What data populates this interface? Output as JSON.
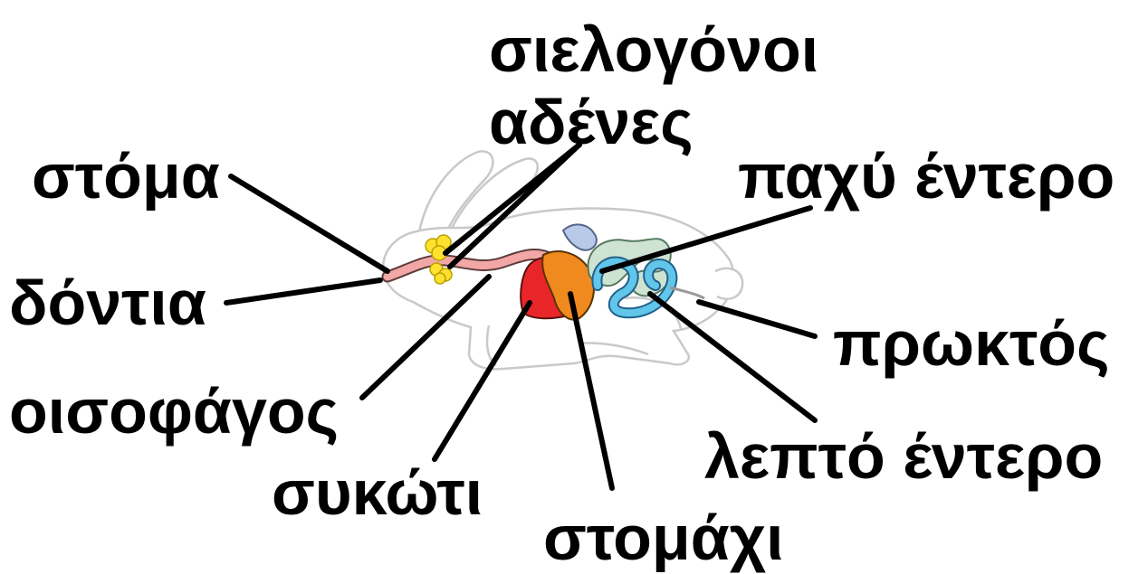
{
  "labels": {
    "salivary_line1": "σιελογόνοι",
    "salivary_line2": "αδένες",
    "mouth": "στόμα",
    "large_intestine": "παχύ έντερο",
    "teeth": "δόντια",
    "anus": "πρωκτός",
    "esophagus": "οισοφάγος",
    "small_intestine": "λεπτό έντερο",
    "liver": "συκώτι",
    "stomach": "στομάχι"
  },
  "colors": {
    "esophagus": "#f2a7a7",
    "salivary_glands": "#ffe12e",
    "liver": "#e8262a",
    "stomach": "#f08a1e",
    "large_intestine": "#cfe3d3",
    "small_intestine": "#62c6ea",
    "outline": "#c9c9c9",
    "leader": "#000000"
  }
}
